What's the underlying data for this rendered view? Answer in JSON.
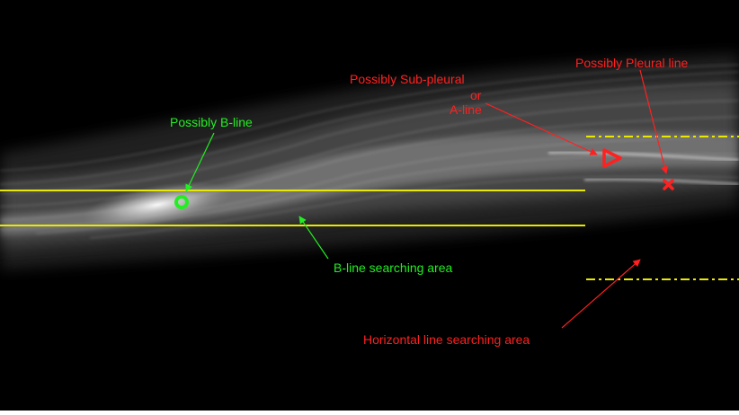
{
  "annotations": {
    "b_line": {
      "label": "Possibly B-line",
      "color": "#22ee22"
    },
    "b_line_area": {
      "label": "B-line searching area",
      "color": "#22ee22"
    },
    "sub_pleural": {
      "line1": "Possibly Sub-pleural",
      "line2": "or",
      "line3": "A-line",
      "color": "#ff2020"
    },
    "pleural": {
      "label": "Possibly Pleural line",
      "color": "#ff2020"
    },
    "horizontal_area": {
      "label": "Horizontal line searching area",
      "color": "#ff2020"
    }
  },
  "colors": {
    "background": "#000000",
    "guide_lines": "#e8e800",
    "marker_red": "#ff2020",
    "marker_green": "#22ee22"
  },
  "markers": {
    "b_line_marker": "circle",
    "sub_pleural_marker": "triangle-right",
    "pleural_marker": "x-cross"
  }
}
